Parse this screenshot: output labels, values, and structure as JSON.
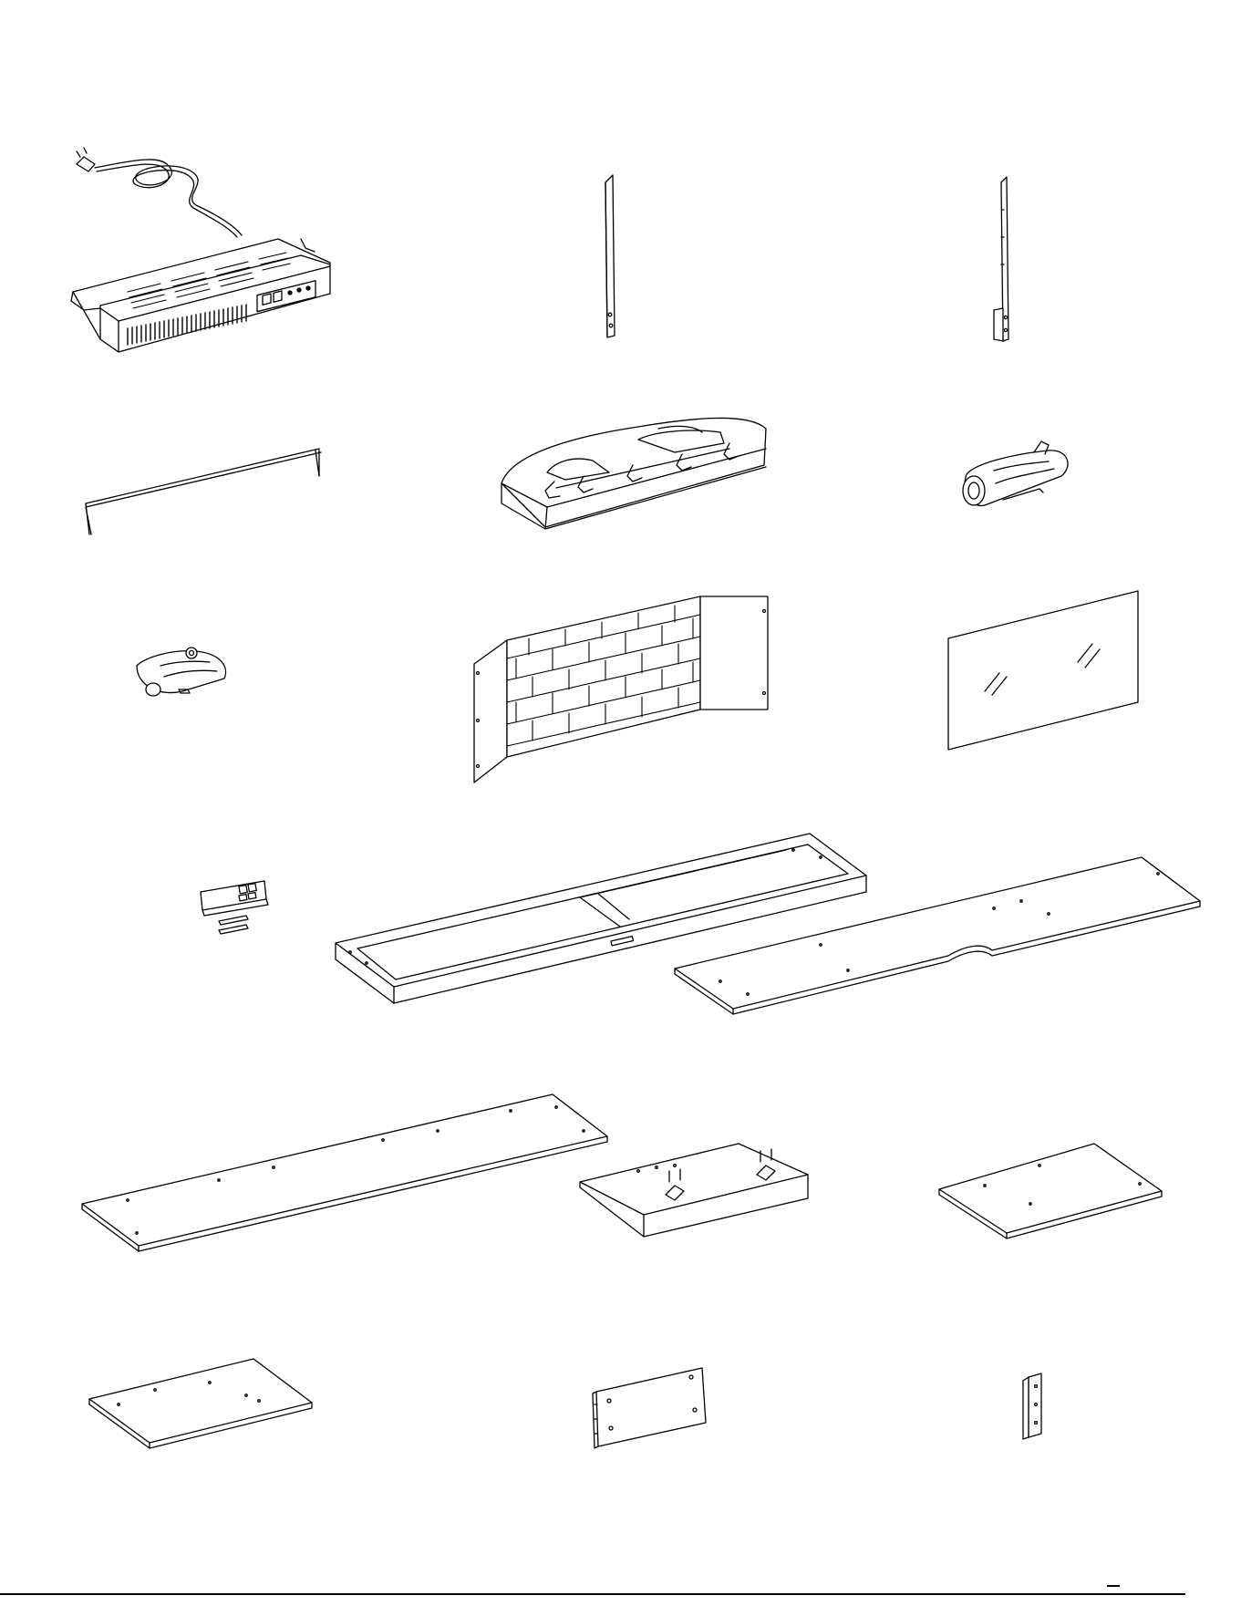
{
  "page": {
    "background": "#ffffff",
    "line_color": "#000000",
    "parts": [
      {
        "id": "heater-firebox-unit",
        "icon": "heater-unit-with-power-cord-icon"
      },
      {
        "id": "left-support-bracket",
        "icon": "vertical-bracket-icon"
      },
      {
        "id": "right-support-bracket",
        "icon": "vertical-bracket-icon"
      },
      {
        "id": "glass-retaining-rod",
        "icon": "u-shaped-rod-icon"
      },
      {
        "id": "log-set-tray",
        "icon": "ember-bed-tray-icon"
      },
      {
        "id": "small-log",
        "icon": "log-icon"
      },
      {
        "id": "log-piece",
        "icon": "log-piece-icon"
      },
      {
        "id": "brick-panel-liner",
        "icon": "brick-liner-icon"
      },
      {
        "id": "glass-panel",
        "icon": "glass-pane-icon"
      },
      {
        "id": "remote-control",
        "icon": "remote-control-icon"
      },
      {
        "id": "base-frame",
        "icon": "rectangular-frame-icon"
      },
      {
        "id": "top-panel",
        "icon": "notched-board-icon"
      },
      {
        "id": "long-panel",
        "icon": "long-board-icon"
      },
      {
        "id": "bottom-front-panel",
        "icon": "board-with-hinges-icon"
      },
      {
        "id": "small-panel-a",
        "icon": "small-board-icon"
      },
      {
        "id": "small-panel-b",
        "icon": "small-board-icon"
      },
      {
        "id": "side-panel",
        "icon": "upright-board-icon"
      },
      {
        "id": "small-block",
        "icon": "block-icon"
      }
    ]
  }
}
